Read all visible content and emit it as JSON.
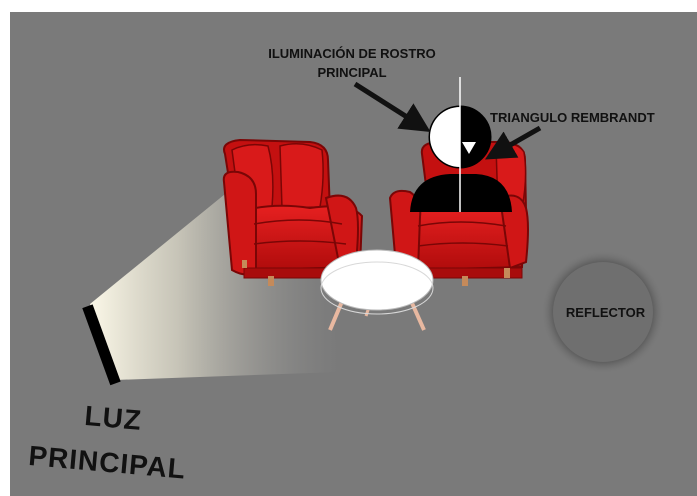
{
  "labels": {
    "face_light_line1": "ILUMINACIÓN DE ROSTRO",
    "face_light_line2": "PRINCIPAL",
    "rembrandt": "TRIANGULO REMBRANDT",
    "reflector": "REFLECTOR",
    "main_light_line1": "LUZ",
    "main_light_line2": "PRINCIPAL"
  },
  "colors": {
    "background": "#7a7a7a",
    "armchair": "#d51414",
    "armchair_dark": "#8e0a0a",
    "table_top": "#ffffff",
    "table_legs": "#e8b8a0",
    "silhouette": "#000000",
    "reflector": "#6f6f6f"
  }
}
